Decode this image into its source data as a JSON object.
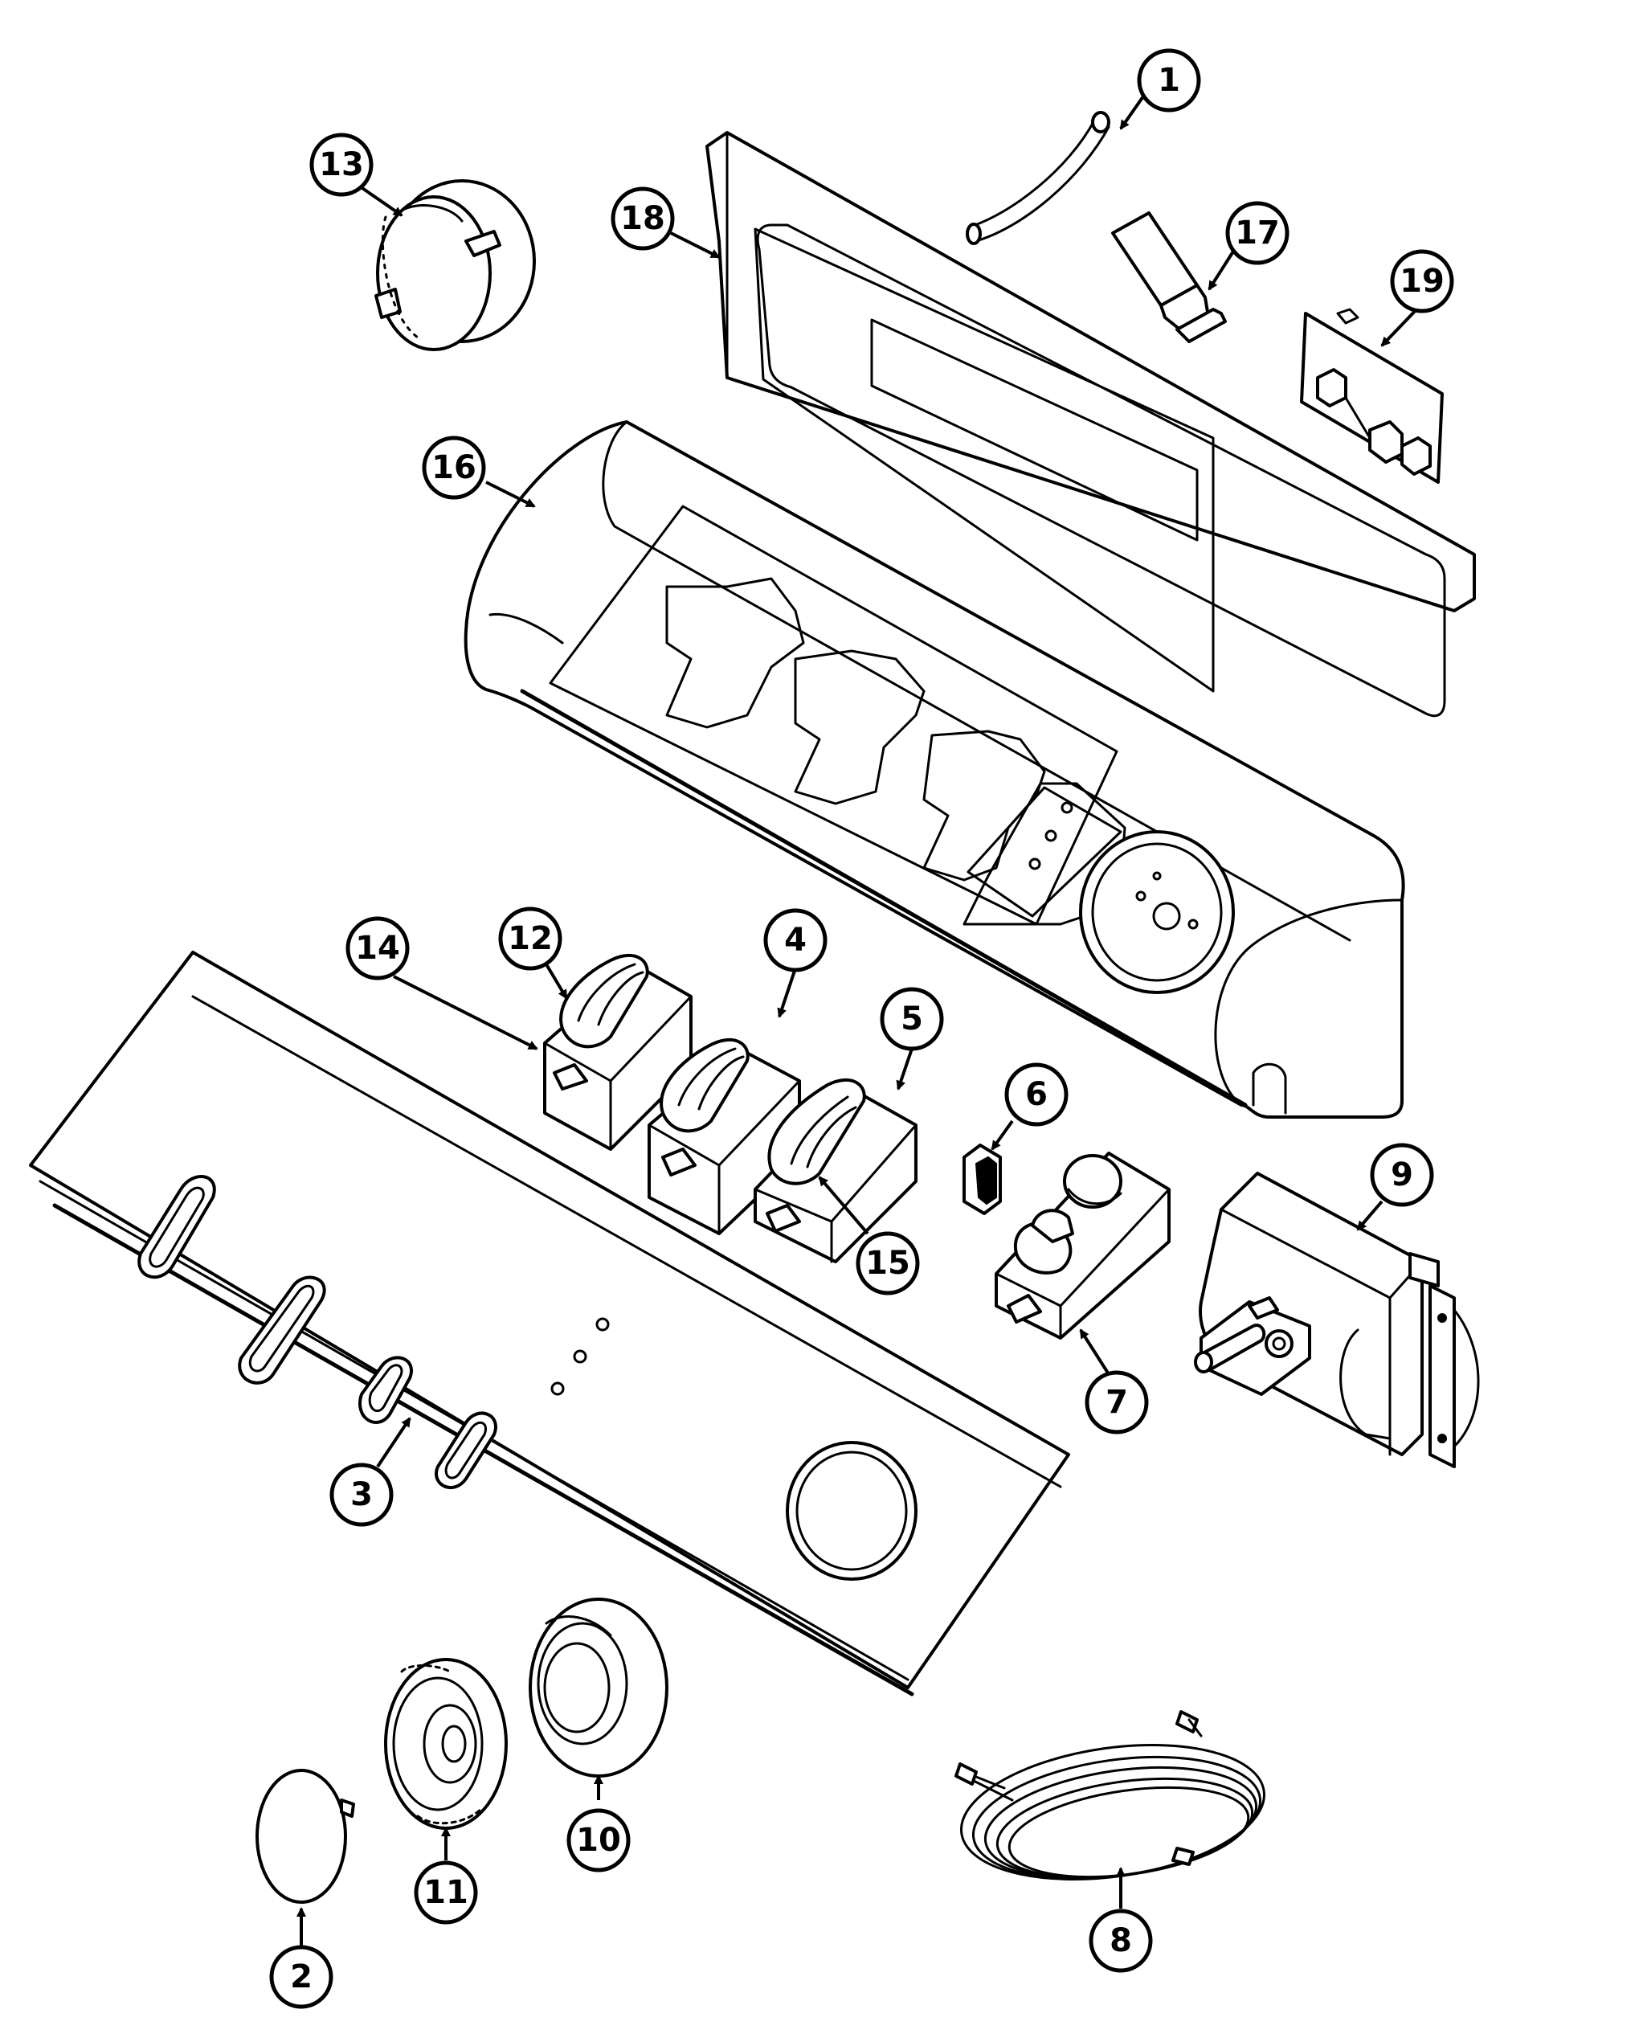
{
  "callouts": [
    {
      "id": "1",
      "label": "1"
    },
    {
      "id": "2",
      "label": "2"
    },
    {
      "id": "3",
      "label": "3"
    },
    {
      "id": "4",
      "label": "4"
    },
    {
      "id": "5",
      "label": "5"
    },
    {
      "id": "6",
      "label": "6"
    },
    {
      "id": "7",
      "label": "7"
    },
    {
      "id": "8",
      "label": "8"
    },
    {
      "id": "9",
      "label": "9"
    },
    {
      "id": "10",
      "label": "10"
    },
    {
      "id": "11",
      "label": "11"
    },
    {
      "id": "12",
      "label": "12"
    },
    {
      "id": "13",
      "label": "13"
    },
    {
      "id": "14",
      "label": "14"
    },
    {
      "id": "15",
      "label": "15"
    },
    {
      "id": "16",
      "label": "16"
    },
    {
      "id": "17",
      "label": "17"
    },
    {
      "id": "18",
      "label": "18"
    },
    {
      "id": "19",
      "label": "19"
    }
  ],
  "colors": {
    "line": "#000000",
    "background": "#ffffff"
  }
}
